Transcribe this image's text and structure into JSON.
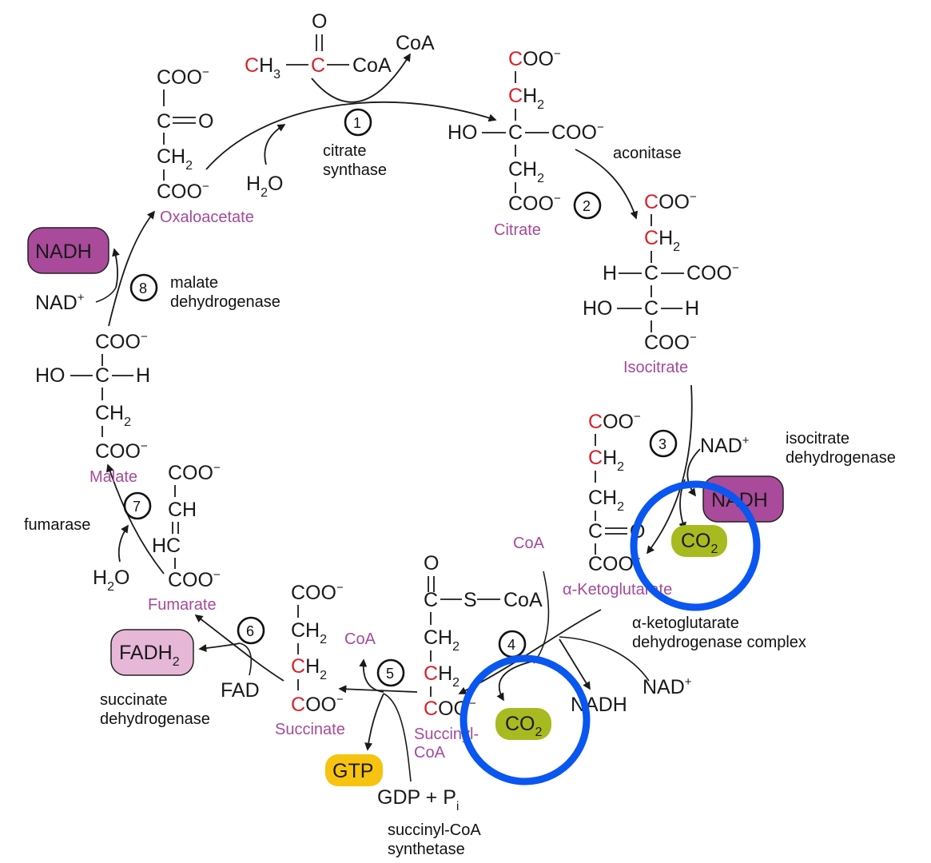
{
  "colors": {
    "carbon_highlight": "#d8232a",
    "metabolite_name": "#a54a9a",
    "nadh_box": "#a94a9b",
    "fadh2_box": "#e7b7d8",
    "co2_box": "#a7ba1f",
    "gtp_box": "#f6c310",
    "highlight_ring": "#0a56f0"
  },
  "metabolites": {
    "oxaloacetate": "Oxaloacetate",
    "citrate": "Citrate",
    "isocitrate": "Isocitrate",
    "alpha_ketoglutarate": "α-Ketoglutarate",
    "succinyl_coa_line1": "Succinyl-",
    "succinyl_coa_line2": "CoA",
    "succinate": "Succinate",
    "fumarate": "Fumarate",
    "malate": "Malate"
  },
  "enzymes": {
    "e1_line1": "citrate",
    "e1_line2": "synthase",
    "e2": "aconitase",
    "e3_line1": "isocitrate",
    "e3_line2": "dehydrogenase",
    "e4_line1": "α-ketoglutarate",
    "e4_line2": "dehydrogenase complex",
    "e5_line1": "succinyl-CoA",
    "e5_line2": "synthetase",
    "e6_line1": "succinate",
    "e6_line2": "dehydrogenase",
    "e7": "fumarase",
    "e8_line1": "malate",
    "e8_line2": "dehydrogenase"
  },
  "steps": [
    "1",
    "2",
    "3",
    "4",
    "5",
    "6",
    "7",
    "8"
  ],
  "cofactors": {
    "nadh": "NADH",
    "nad": "NAD",
    "nad_charge": "+",
    "co2": "CO",
    "co2_sub": "2",
    "fadh2": "FADH",
    "fadh2_sub": "2",
    "fad": "FAD",
    "gtp": "GTP",
    "gdp_pi": "GDP + P",
    "pi_sub": "i",
    "coa": "CoA",
    "h2o_h": "H",
    "h2o_sub": "2",
    "h2o_o": "O"
  },
  "atoms": {
    "coo": "COO",
    "minus": "−",
    "c": "C",
    "o": "O",
    "h": "H",
    "ch": "CH",
    "hc": "HC",
    "ch2_sub": "2",
    "ch3_sub": "3",
    "ho": "HO",
    "s": "S",
    "coa": "CoA"
  }
}
